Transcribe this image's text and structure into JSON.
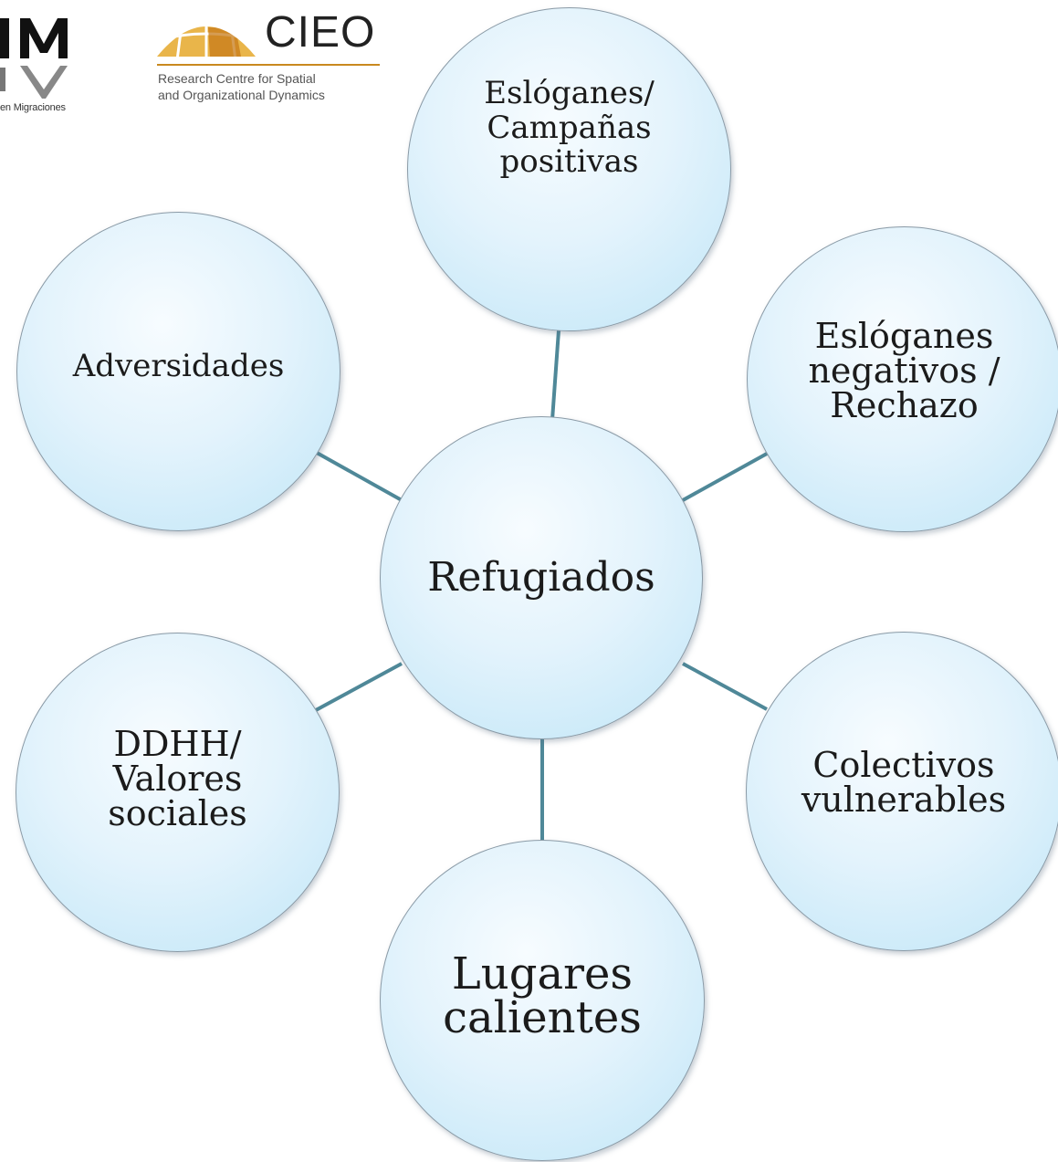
{
  "logos": {
    "left": {
      "caption": "en Migraciones"
    },
    "cieo": {
      "wordmark": "CIEO",
      "subtitle": "Research Centre for Spatial\nand Organizational Dynamics"
    }
  },
  "diagram": {
    "center": "Refugiados",
    "nodes": {
      "top": "Eslóganes/\nCampañas\npositivas",
      "upper_right": "Eslóganes\nnegativos /\nRechazo",
      "upper_left": "Adversidades",
      "lower_left": "DDHH/\nValores\nsociales",
      "lower_right": "Colectivos\nvulnerables",
      "bottom": "Lugares\ncalientes"
    }
  },
  "colors": {
    "node_fill": "#c9e9f8",
    "node_border": "#8a9aa6",
    "connector": "#4f8898",
    "cieo_accent": "#c9891f"
  }
}
